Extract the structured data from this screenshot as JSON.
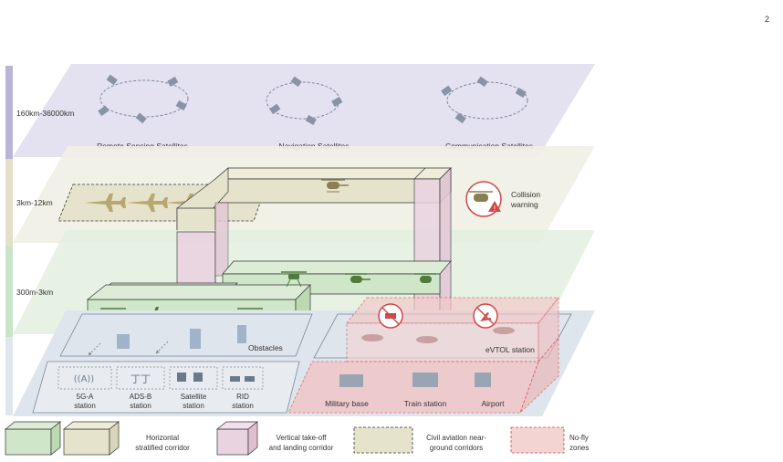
{
  "page_number": "2",
  "altitude_layers": [
    {
      "label": "160km-36000km",
      "color": "#b9b4d8"
    },
    {
      "label": "3km-12km",
      "color": "#e4e0c8"
    },
    {
      "label": "300m-3km",
      "color": "#c9e4c7"
    }
  ],
  "satellites": {
    "remote_sensing": "Remote Sensing Satellites",
    "navigation": "Navigation Satellites",
    "communication": "Communication Satellites"
  },
  "alerts": {
    "collision_line1": "Collision",
    "collision_line2": "warning"
  },
  "ground": {
    "obstacles": "Obstacles",
    "evtol_station": "eVTOL station",
    "military_base": "Military base",
    "train_station": "Train station",
    "airport": "Airport"
  },
  "stations": [
    {
      "line1": "5G-A",
      "line2": "station"
    },
    {
      "line1": "ADS-B",
      "line2": "station"
    },
    {
      "line1": "Satellite",
      "line2": "station"
    },
    {
      "line1": "RID",
      "line2": "station"
    }
  ],
  "legend": {
    "horizontal_line1": "Horizontal",
    "horizontal_line2": "stratified corridor",
    "vertical_line1": "Vertical take-off",
    "vertical_line2": "and landing corridor",
    "civil_line1": "Civil aviation near-",
    "civil_line2": "ground corridors",
    "nofly_line1": "No-fly",
    "nofly_line2": "zones"
  },
  "colors": {
    "horizontal_green": "#cfe6c8",
    "horizontal_beige": "#e6e3cc",
    "vertical_pink": "#ead3e0",
    "nofly_red": "#d04848",
    "icon_green": "#4f7b3c",
    "icon_olive": "#8a7f52",
    "satellite_gray": "#8a93a6"
  }
}
